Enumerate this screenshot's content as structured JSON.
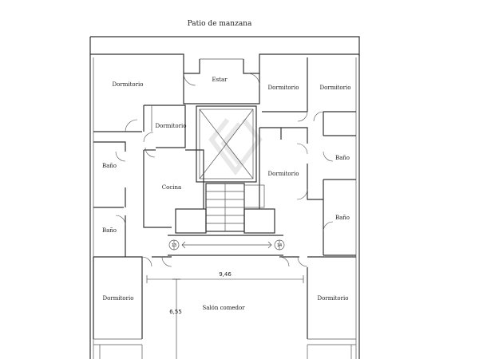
{
  "title": "Patio de manzana",
  "rooms": {
    "dormitorio_top_left": "Dormitorio",
    "estar": "Estar",
    "dormitorio_top_mid": "Dormitorio",
    "dormitorio_top_right": "Dormitorio",
    "dormitorio_small": "Dormitorio",
    "bano_left_upper": "Baño",
    "bano_right_upper": "Baño",
    "dormitorio_center": "Dormitorio",
    "cocina": "Cocina",
    "bano_right_lower": "Baño",
    "bano_left_lower": "Baño",
    "dormitorio_bottom_left": "Dormitorio",
    "salon_comedor": "Salón comedor",
    "dormitorio_bottom_right": "Dormitorio"
  },
  "dimensions": {
    "width": "9,46",
    "height": "6,55"
  },
  "markers": {
    "left": "13",
    "right": "14"
  }
}
